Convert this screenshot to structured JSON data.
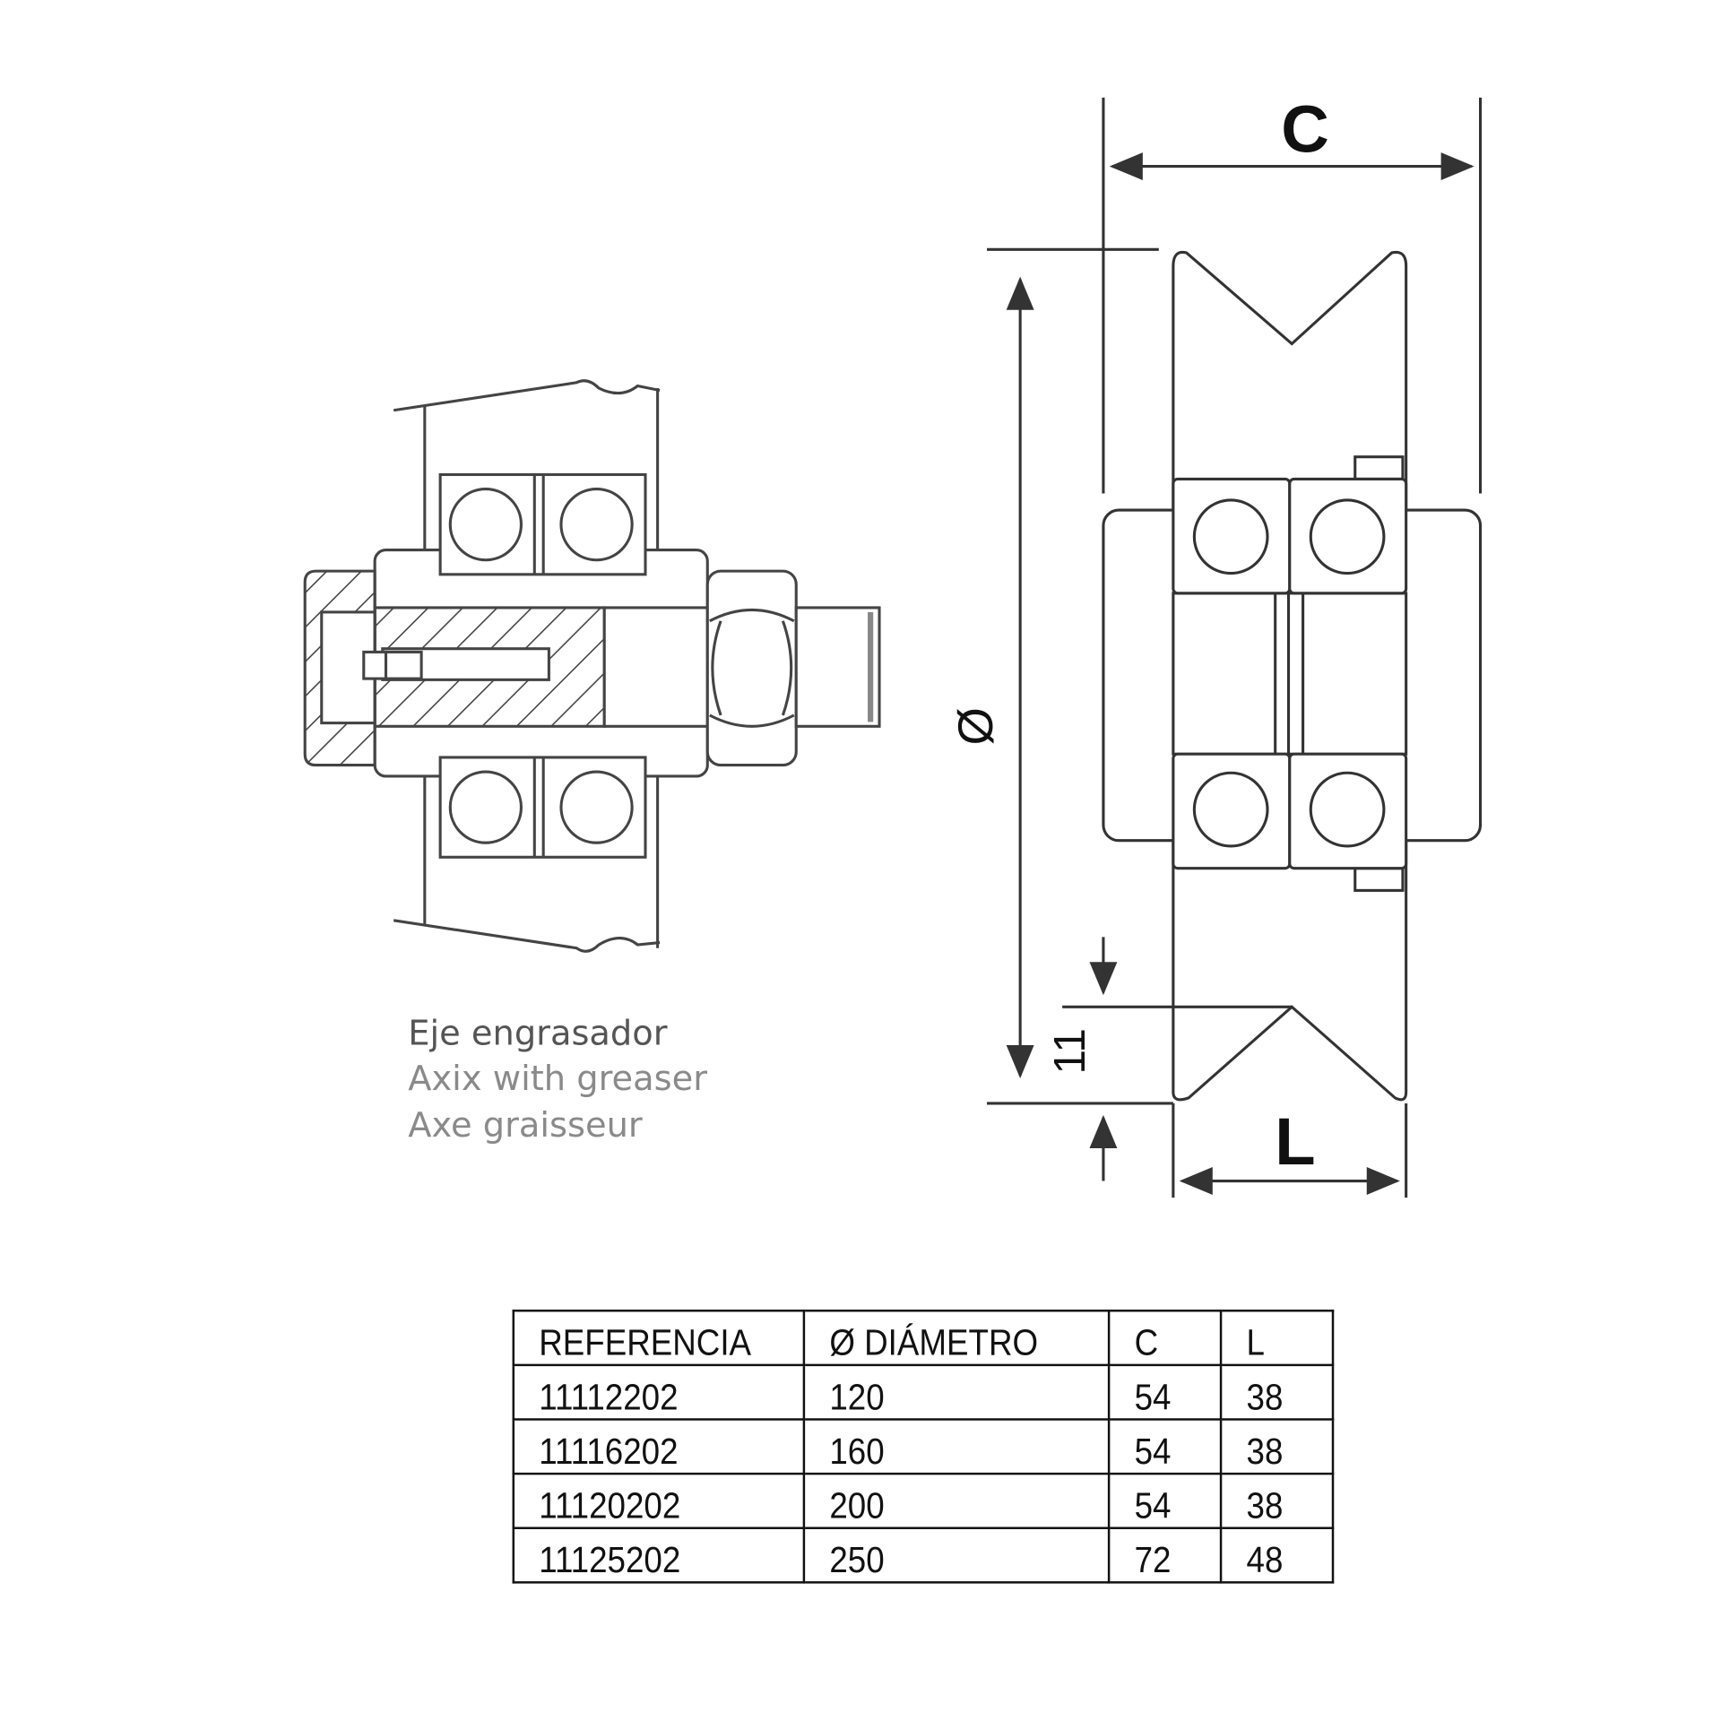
{
  "left_caption": {
    "es": "Eje engrasador",
    "en": "Axix with greaser",
    "fr": "Axe graisseur"
  },
  "dimensions": {
    "c_label": "C",
    "l_label": "L",
    "diameter_label": "Ø",
    "groove_depth_label": "11"
  },
  "table": {
    "headers": [
      "REFERENCIA",
      "Ø DIÁMETRO",
      "C",
      "L"
    ],
    "rows": [
      [
        "11112202",
        "120",
        "54",
        "38"
      ],
      [
        "11116202",
        "160",
        "54",
        "38"
      ],
      [
        "11120202",
        "200",
        "54",
        "38"
      ],
      [
        "11125202",
        "250",
        "72",
        "48"
      ]
    ]
  }
}
